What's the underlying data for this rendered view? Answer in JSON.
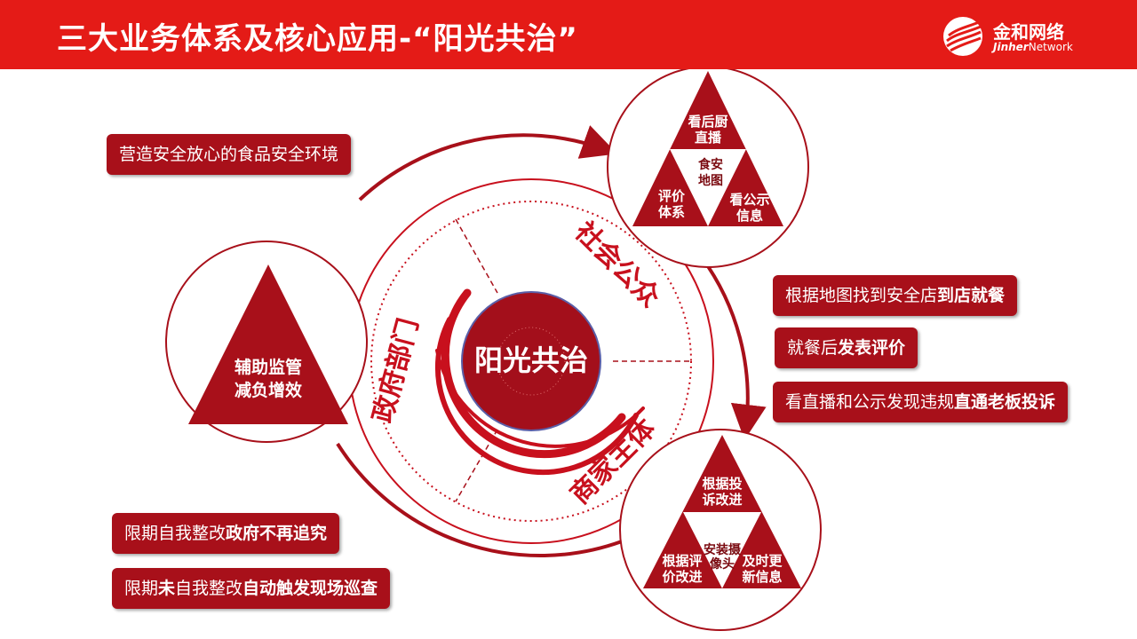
{
  "header": {
    "title": "三大业务体系及核心应用-“阳光共治”",
    "logo_cn": "金和网络",
    "logo_en_bold": "Jinher",
    "logo_en_rest": "Network"
  },
  "center": {
    "label": "阳光共治"
  },
  "rings": {
    "social": "社会公众",
    "government": "政府部门",
    "merchant": "商家主体"
  },
  "top_triangle": {
    "apex": [
      "看后厨",
      "直播"
    ],
    "center": [
      "食安",
      "地图"
    ],
    "left": [
      "评价",
      "体系"
    ],
    "right": [
      "看公示",
      "信息"
    ]
  },
  "left_triangle": {
    "lines": [
      "辅助监管",
      "减负增效"
    ]
  },
  "bottom_triangle": {
    "apex": [
      "根据投",
      "诉改进"
    ],
    "center": [
      "安装摄",
      "像头"
    ],
    "left": [
      "根据评",
      "价改进"
    ],
    "right": [
      "及时更",
      "新信息"
    ]
  },
  "boxes": {
    "food_safety": {
      "text": "营造安全放心的食品安全环境"
    },
    "social_1": {
      "normal": "根据地图找到安全店",
      "bold": "到店就餐"
    },
    "social_2": {
      "normal": "就餐后",
      "bold": "发表评价"
    },
    "social_3": {
      "normal": "看直播和公示发现违规",
      "bold": "直通老板投诉"
    },
    "gov_1": {
      "normal": "限期自我整改",
      "bold": "政府不再追究"
    },
    "gov_2": {
      "normal": "限期",
      "bold_mid": "未",
      "normal2": "自我整改",
      "bold": "自动触发现场巡查"
    }
  },
  "colors": {
    "header": "#e41b17",
    "dark_red": "#a8101a",
    "ring_red": "#c8101d",
    "center_fill": "#a30f1b",
    "center_border": "#5a5fa8"
  }
}
